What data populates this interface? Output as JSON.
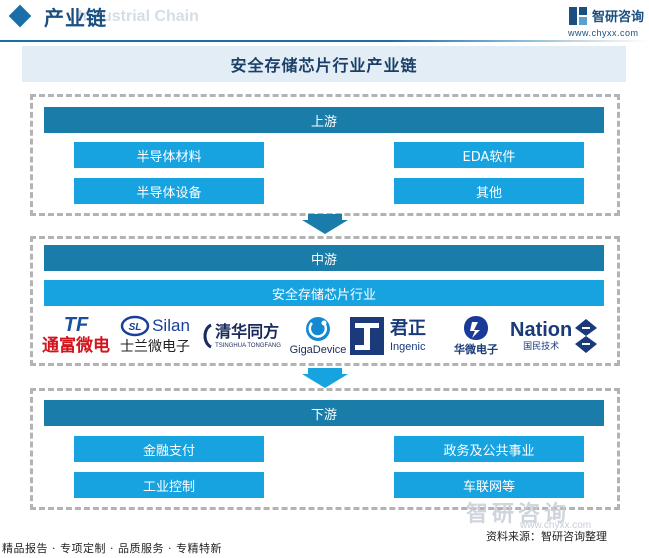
{
  "header": {
    "title": "产业链",
    "ghost_text": "Industrial Chain",
    "brand_name": "智研咨询",
    "brand_url": "www.chyxx.com"
  },
  "diagram": {
    "title": "安全存储芯片行业产业链",
    "upstream": {
      "label": "上游",
      "items": [
        "半导体材料",
        "EDA软件",
        "半导体设备",
        "其他"
      ]
    },
    "midstream": {
      "label": "中游",
      "industry": "安全存储芯片行业",
      "companies": [
        {
          "mark": "TF",
          "name": "通富微电"
        },
        {
          "mark": "Silan",
          "name": "士兰微电子"
        },
        {
          "mark": "清华同方",
          "name": "TSINGHUA TONGFANG"
        },
        {
          "mark": "",
          "name": "GigaDevice"
        },
        {
          "mark": "君正",
          "name": "Ingenic"
        },
        {
          "mark": "",
          "name": "华微电子"
        },
        {
          "mark": "Nation",
          "name": "国民技术"
        }
      ]
    },
    "downstream": {
      "label": "下游",
      "items": [
        "金融支付",
        "政务及公共事业",
        "工业控制",
        "车联网等"
      ]
    }
  },
  "footer": {
    "tagline": "精品报告 · 专项定制 · 品质服务 · 专精特新",
    "source": "资料来源：智研咨询整理",
    "watermark": "智研咨询",
    "watermark_url": "www.chyxx.com"
  },
  "colors": {
    "dark_bar": "#1a7ca8",
    "light_bar": "#16a3e0",
    "title_bg": "#e3edf6",
    "brand": "#1b4f80"
  }
}
